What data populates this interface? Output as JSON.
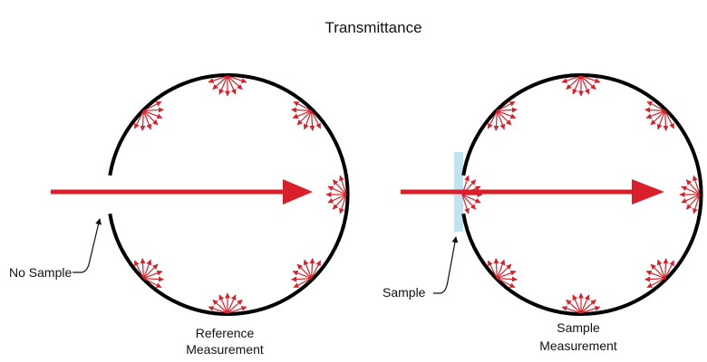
{
  "title": "Transmittance",
  "reference": {
    "caption_line1": "Reference",
    "caption_line2": "Measurement",
    "callout": "No Sample"
  },
  "sample": {
    "caption_line1": "Sample",
    "caption_line2": "Measurement",
    "callout": "Sample"
  },
  "colors": {
    "beam": "#d9202a",
    "sphere_outline": "#000000",
    "sample_window": "#bfe3f3",
    "text": "#111111"
  }
}
